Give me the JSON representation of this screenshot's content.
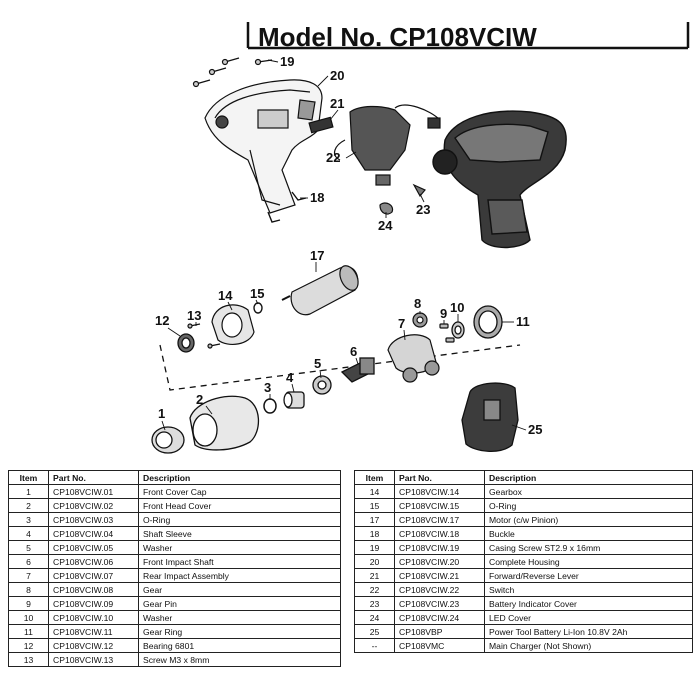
{
  "header": {
    "title": "Model No. CP108VCIW"
  },
  "callouts": [
    "1",
    "2",
    "3",
    "4",
    "5",
    "6",
    "7",
    "8",
    "9",
    "10",
    "11",
    "12",
    "13",
    "14",
    "15",
    "17",
    "18",
    "19",
    "20",
    "21",
    "22",
    "23",
    "24",
    "25"
  ],
  "columns": {
    "item": "Item",
    "part_no": "Part No.",
    "description": "Description"
  },
  "left_table": [
    {
      "item": "1",
      "part_no": "CP108VCIW.01",
      "description": "Front Cover Cap"
    },
    {
      "item": "2",
      "part_no": "CP108VCIW.02",
      "description": "Front Head Cover"
    },
    {
      "item": "3",
      "part_no": "CP108VCIW.03",
      "description": "O-Ring"
    },
    {
      "item": "4",
      "part_no": "CP108VCIW.04",
      "description": "Shaft Sleeve"
    },
    {
      "item": "5",
      "part_no": "CP108VCIW.05",
      "description": "Washer"
    },
    {
      "item": "6",
      "part_no": "CP108VCIW.06",
      "description": "Front Impact Shaft"
    },
    {
      "item": "7",
      "part_no": "CP108VCIW.07",
      "description": "Rear Impact Assembly"
    },
    {
      "item": "8",
      "part_no": "CP108VCIW.08",
      "description": "Gear"
    },
    {
      "item": "9",
      "part_no": "CP108VCIW.09",
      "description": "Gear Pin"
    },
    {
      "item": "10",
      "part_no": "CP108VCIW.10",
      "description": "Washer"
    },
    {
      "item": "11",
      "part_no": "CP108VCIW.11",
      "description": "Gear Ring"
    },
    {
      "item": "12",
      "part_no": "CP108VCIW.12",
      "description": "Bearing 6801"
    },
    {
      "item": "13",
      "part_no": "CP108VCIW.13",
      "description": "Screw M3 x 8mm"
    }
  ],
  "right_table": [
    {
      "item": "14",
      "part_no": "CP108VCIW.14",
      "description": "Gearbox"
    },
    {
      "item": "15",
      "part_no": "CP108VCIW.15",
      "description": "O-Ring"
    },
    {
      "item": "17",
      "part_no": "CP108VCIW.17",
      "description": "Motor (c/w Pinion)"
    },
    {
      "item": "18",
      "part_no": "CP108VCIW.18",
      "description": "Buckle"
    },
    {
      "item": "19",
      "part_no": "CP108VCIW.19",
      "description": "Casing Screw ST2.9 x 16mm"
    },
    {
      "item": "20",
      "part_no": "CP108VCIW.20",
      "description": "Complete Housing"
    },
    {
      "item": "21",
      "part_no": "CP108VCIW.21",
      "description": "Forward/Reverse Lever"
    },
    {
      "item": "22",
      "part_no": "CP108VCIW.22",
      "description": "Switch"
    },
    {
      "item": "23",
      "part_no": "CP108VCIW.23",
      "description": "Battery Indicator Cover"
    },
    {
      "item": "24",
      "part_no": "CP108VCIW.24",
      "description": "LED Cover"
    },
    {
      "item": "25",
      "part_no": "CP108VBP",
      "description": "Power Tool Battery Li-Ion 10.8V 2Ah"
    },
    {
      "item": "--",
      "part_no": "CP108VMC",
      "description": "Main Charger (Not Shown)"
    }
  ]
}
